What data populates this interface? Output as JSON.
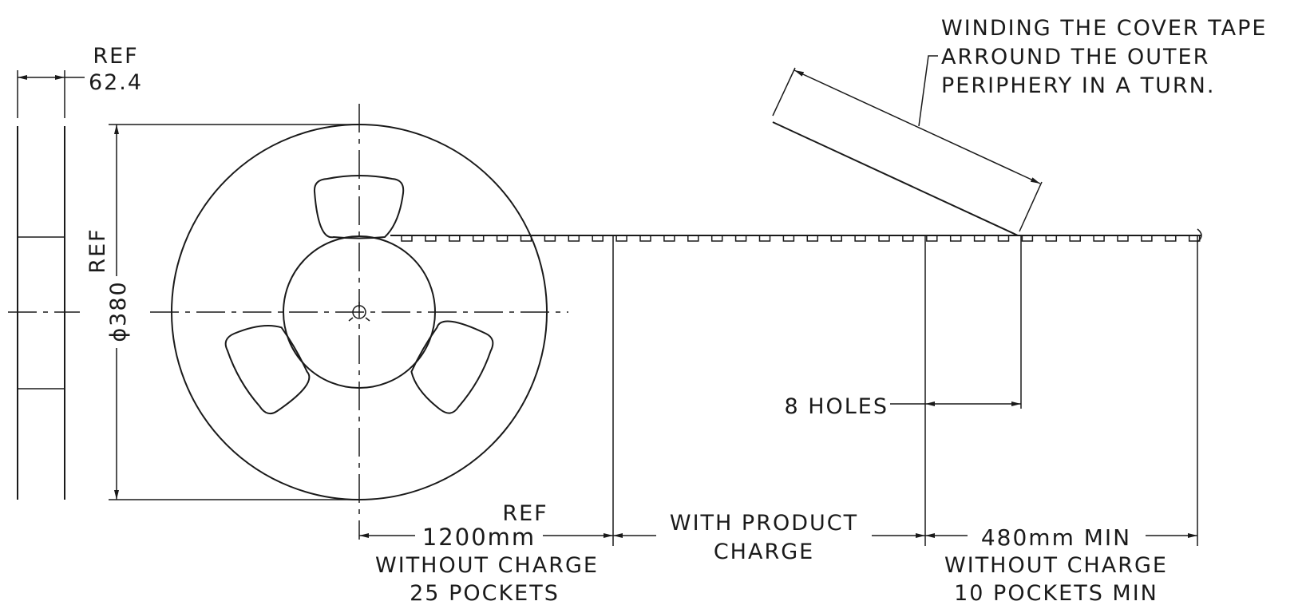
{
  "labels": {
    "ref_width": "REF",
    "width_value": "62.4",
    "diameter_ref": "REF",
    "diameter_value": "ϕ380",
    "cover_tape_line1": "WINDING THE COVER TAPE",
    "cover_tape_line2": "ARROUND THE OUTER",
    "cover_tape_line3": "PERIPHERY IN A TURN.",
    "holes": "8 HOLES",
    "leader_ref": "REF",
    "leader_length": "1200mm",
    "leader_charge": "WITHOUT CHARGE",
    "leader_pockets": "25 POCKETS",
    "product_line1": "WITH PRODUCT",
    "product_line2": "CHARGE",
    "trailer_length": "480mm MIN",
    "trailer_charge": "WITHOUT CHARGE",
    "trailer_pockets": "10 POCKETS MIN"
  }
}
